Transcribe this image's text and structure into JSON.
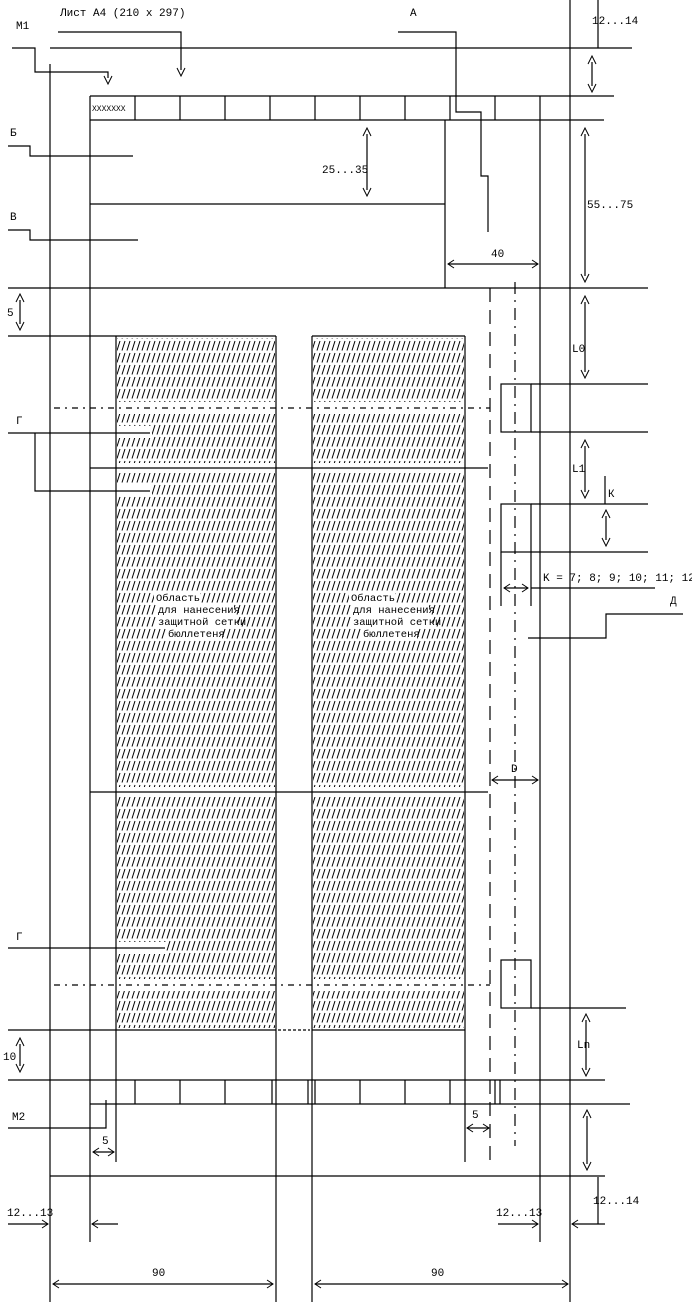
{
  "labels": {
    "sheet": "Лист А4 (210 x 297)",
    "m1": "М1",
    "m2": "М2",
    "a": "А",
    "b": "Б",
    "v": "В",
    "g1": "Г",
    "g2": "Г",
    "d": "Д",
    "k": "К",
    "stamp_cell": "XXXXXXX"
  },
  "dimensions": {
    "top_margin": "12...14",
    "bottom_margin": "12...14",
    "header_height": "25...35",
    "block_height": "55...75",
    "block_width": "40",
    "gap_5": "5",
    "gap_10": "10",
    "l0": "L0",
    "l1": "L1",
    "ln": "Ln",
    "diameter": "D",
    "k_values": "K = 7; 8; 9; 10; 11; 12",
    "left_offset": "5",
    "right_offset": "5",
    "left_margin": "12...13",
    "right_margin": "12...13",
    "col_width_left": "90",
    "col_width_right": "90"
  },
  "area_text": [
    "Область",
    "для нанесения",
    "защитной сетки",
    "бюллетеня"
  ]
}
